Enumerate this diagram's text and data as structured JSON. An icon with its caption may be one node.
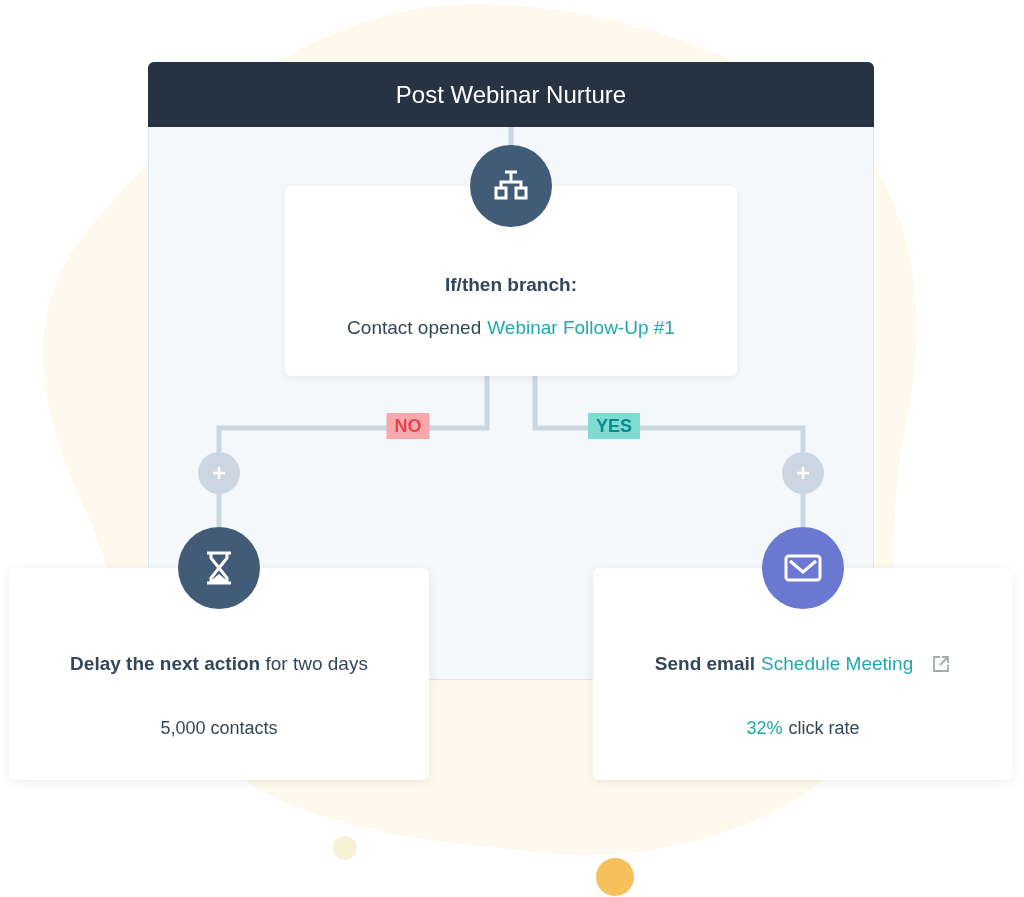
{
  "diagram": {
    "nodes": [
      {
        "text": [
          "Post Webinar Nurture"
        ]
      },
      {
        "text": [
          "If/then branch:",
          "Contact opened",
          "Webinar Follow-Up #1"
        ]
      },
      {
        "text": [],
        "shape": "circle"
      },
      {
        "text": [],
        "shape": "circle"
      },
      {
        "text": [
          "**Delay the next action** for two days",
          "5,000 contacts"
        ]
      },
      {
        "text": [
          "Send email",
          "Schedule Meeting",
          "32%",
          "click rate"
        ]
      }
    ],
    "edges": [
      {
        "from": 0,
        "to": 1,
        "arrow": "none"
      },
      {
        "from": 1,
        "to": 2,
        "arrow": "none",
        "label": "NO"
      },
      {
        "from": 1,
        "to": 3,
        "arrow": "none",
        "label": "YES"
      },
      {
        "from": 2,
        "to": 4,
        "arrow": "none"
      },
      {
        "from": 3,
        "to": 5,
        "arrow": "none"
      }
    ]
  }
}
